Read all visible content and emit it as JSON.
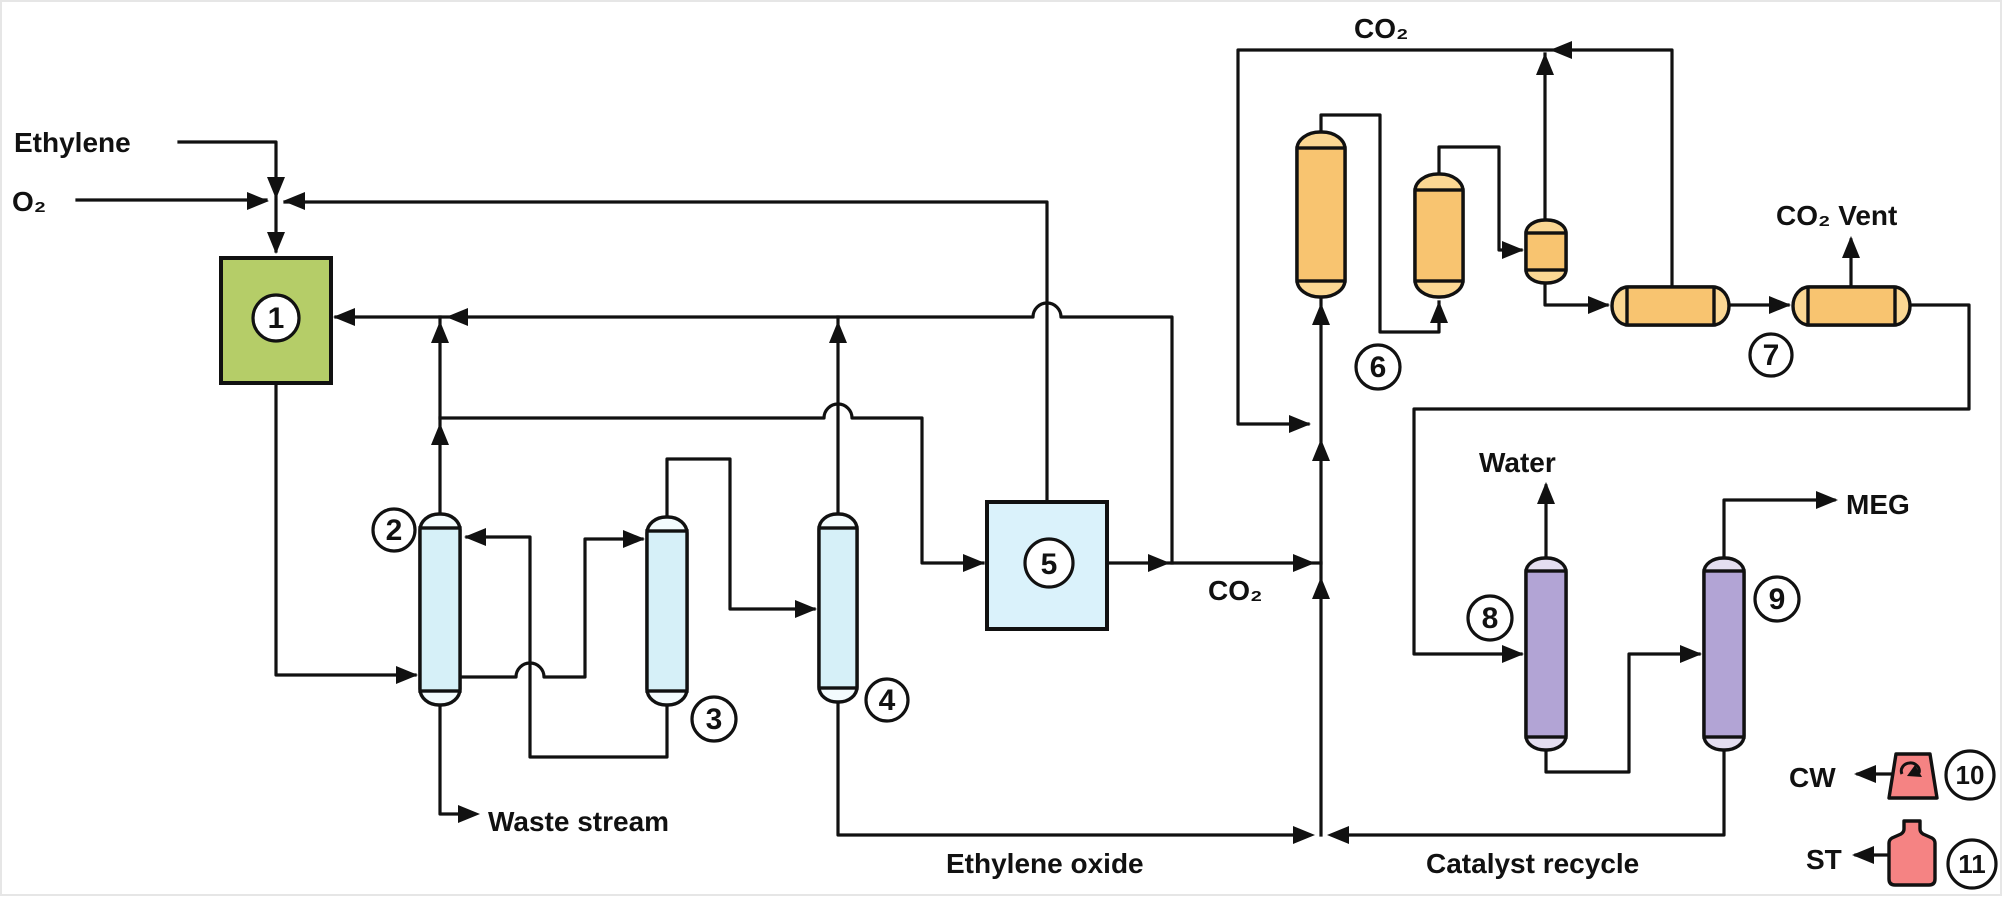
{
  "diagram_type": "process-flow-diagram",
  "process": "ethylene oxide / MEG production",
  "colors": {
    "line": "#111111",
    "reactor_green": "#b5cd68",
    "column_blue": "#d6f0f8",
    "column_blue_cap": "#f3fbfd",
    "box_blue": "#daf2fb",
    "vessel_orange": "#f8c470",
    "vessel_orange_cap": "#fbd793",
    "column_purple": "#b2a4d5",
    "column_purple_cap": "#e4def0",
    "utility_red": "#f58383",
    "badge_fill": "#ffffff"
  },
  "streams": {
    "ethylene": "Ethylene",
    "oxygen": "O₂",
    "co2_recycle_top": "CO₂",
    "co2_to_absorber": "CO₂",
    "co2_vent": "CO₂ Vent",
    "water": "Water",
    "meg": "MEG",
    "waste_stream": "Waste stream",
    "ethylene_oxide": "Ethylene oxide",
    "catalyst_recycle": "Catalyst recycle",
    "cooling_water": "CW",
    "steam": "ST"
  },
  "unit_numbers": [
    "1",
    "2",
    "3",
    "4",
    "5",
    "6",
    "7",
    "8",
    "9",
    "10",
    "11"
  ]
}
